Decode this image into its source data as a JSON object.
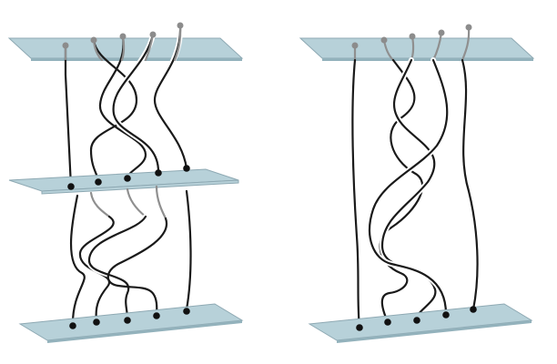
{
  "figure": {
    "panels": [
      {
        "name": "left-panel",
        "plates": 3
      },
      {
        "name": "right-panel",
        "plates": 2
      }
    ],
    "colors": {
      "plate": "#b7d1d9",
      "plate_edge": "#8ea9b3",
      "strand": "#1a1a1a",
      "strand_faded": "#8f8f8f",
      "background": "#ffffff"
    },
    "strands_per_panel": 5
  }
}
